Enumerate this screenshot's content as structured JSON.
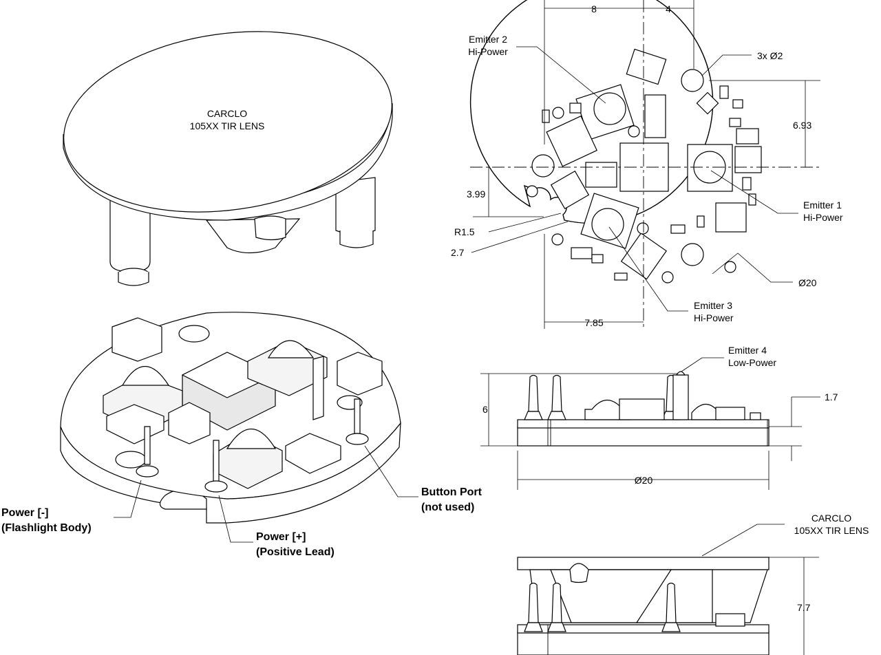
{
  "lens_top_label": [
    "CARCLO",
    "105XX TIR LENS"
  ],
  "lens_side_label": [
    "CARCLO",
    "105XX TIR LENS"
  ],
  "callouts": {
    "power_neg": [
      "Power [-]",
      "(Flashlight Body)"
    ],
    "power_pos": [
      "Power [+]",
      "(Positive Lead)"
    ],
    "button_port": [
      "Button Port",
      "(not used)"
    ]
  },
  "emitters": {
    "e1": [
      "Emitter 1",
      "Hi-Power"
    ],
    "e2": [
      "Emitter 2",
      "Hi-Power"
    ],
    "e3": [
      "Emitter 3",
      "Hi-Power"
    ],
    "e4": [
      "Emitter 4",
      "Low-Power"
    ]
  },
  "dimensions": {
    "top_left": "8",
    "top_right": "4",
    "holes": "3x Ø2",
    "right_v": "6.93",
    "left_v": "3.99",
    "radius": "R1.5",
    "notch": "2.7",
    "bottom_h": "7.85",
    "diameter_plan": "Ø20",
    "side_height": "6",
    "board_thickness": "1.7",
    "diameter_side": "Ø20",
    "assembly_height": "7.7"
  }
}
